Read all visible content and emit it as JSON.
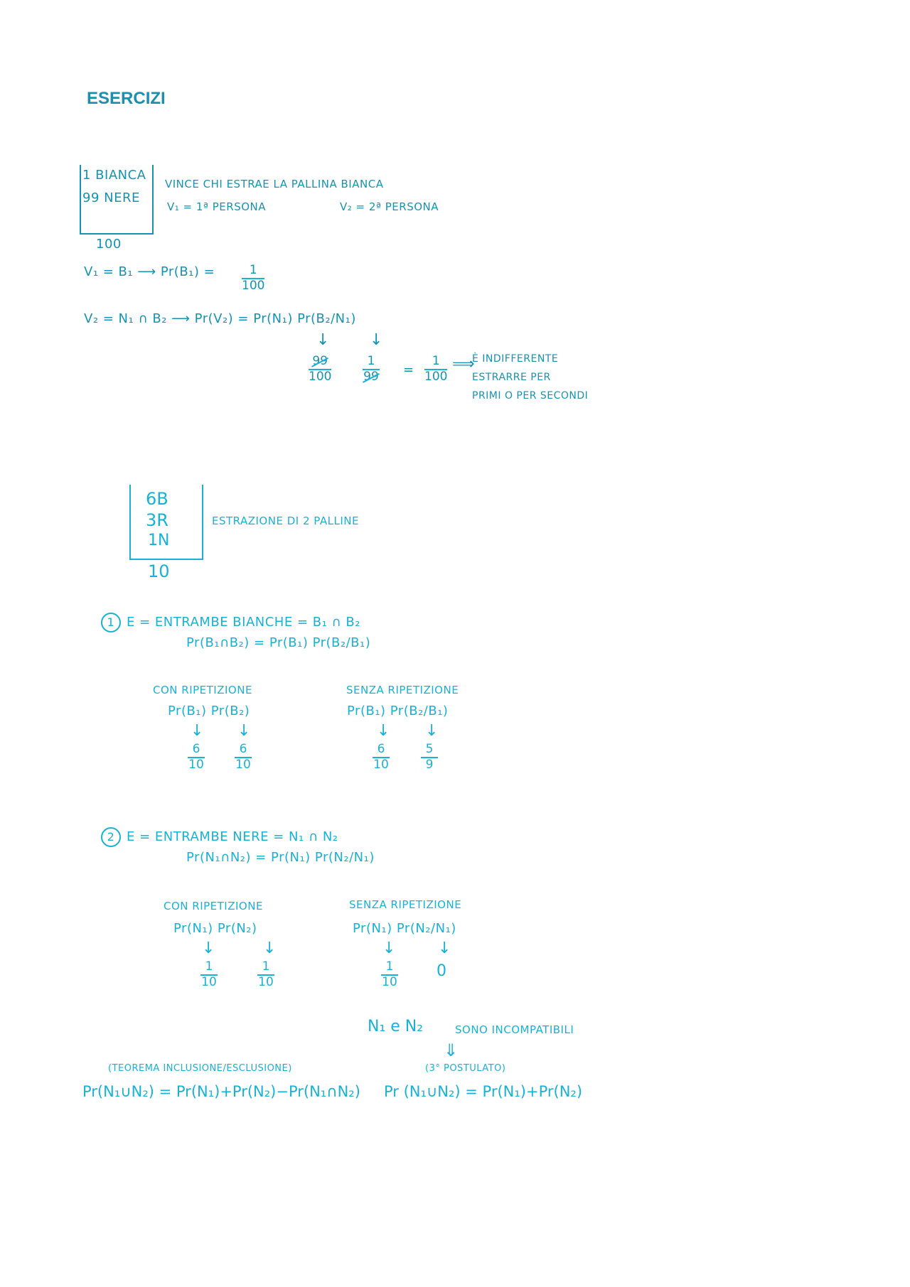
{
  "title": "ESERCIZI",
  "ex1": {
    "box_line1": "1 BIANCA",
    "box_line2": "99 NERE",
    "box_total": "100",
    "rule": "VINCE CHI ESTRAE LA PALLINA BIANCA",
    "v1_def": "V₁ = 1ª PERSONA",
    "v2_def": "V₂ = 2ª PERSONA",
    "eq1_left": "V₁ = B₁ ⟶ Pr(B₁) =",
    "eq1_num": "1",
    "eq1_den": "100",
    "eq2": "V₂ = N₁ ∩ B₂ ⟶ Pr(V₂) = Pr(N₁) Pr(B₂/N₁)",
    "f1_num": "99",
    "f1_den": "100",
    "f2_num": "1",
    "f2_den": "99",
    "eq_sign": "=",
    "res_num": "1",
    "res_den": "100",
    "implies": "⟹",
    "conclusion1": "È INDIFFERENTE",
    "conclusion2": "ESTRARRE PER",
    "conclusion3": "PRIMI O PER SECONDI"
  },
  "ex2": {
    "box_line1": "6B",
    "box_line2": "3R",
    "box_line3": "1N",
    "box_total": "10",
    "desc": "ESTRAZIONE DI 2 PALLINE",
    "p1": {
      "num": "1",
      "line1": "E = ENTRAMBE BIANCHE = B₁ ∩ B₂",
      "line2": "Pr(B₁∩B₂) = Pr(B₁) Pr(B₂/B₁)",
      "con_title": "CON RIPETIZIONE",
      "con_expr": "Pr(B₁) Pr(B₂)",
      "con_f1_num": "6",
      "con_f1_den": "10",
      "con_f2_num": "6",
      "con_f2_den": "10",
      "senza_title": "SENZA RIPETIZIONE",
      "senza_expr": "Pr(B₁) Pr(B₂/B₁)",
      "senza_f1_num": "6",
      "senza_f1_den": "10",
      "senza_f2_num": "5",
      "senza_f2_den": "9"
    },
    "p2": {
      "num": "2",
      "line1": "E = ENTRAMBE NERE = N₁ ∩ N₂",
      "line2": "Pr(N₁∩N₂) = Pr(N₁) Pr(N₂/N₁)",
      "con_title": "CON RIPETIZIONE",
      "con_expr": "Pr(N₁) Pr(N₂)",
      "con_f1_num": "1",
      "con_f1_den": "10",
      "con_f2_num": "1",
      "con_f2_den": "10",
      "senza_title": "SENZA RIPETIZIONE",
      "senza_expr": "Pr(N₁) Pr(N₂/N₁)",
      "senza_f1_num": "1",
      "senza_f1_den": "10",
      "senza_zero": "0"
    },
    "incompat": "N₁ e N₂",
    "incompat_text": "SONO INCOMPATIBILI",
    "postulato": "(3° POSTULATO)",
    "teorema": "(TEOREMA INCLUSIONE/ESCLUSIONE)",
    "formula_left": "Pr(N₁∪N₂) = Pr(N₁)+Pr(N₂)−Pr(N₁∩N₂)",
    "formula_right": "Pr (N₁∪N₂) = Pr(N₁)+Pr(N₂)"
  }
}
